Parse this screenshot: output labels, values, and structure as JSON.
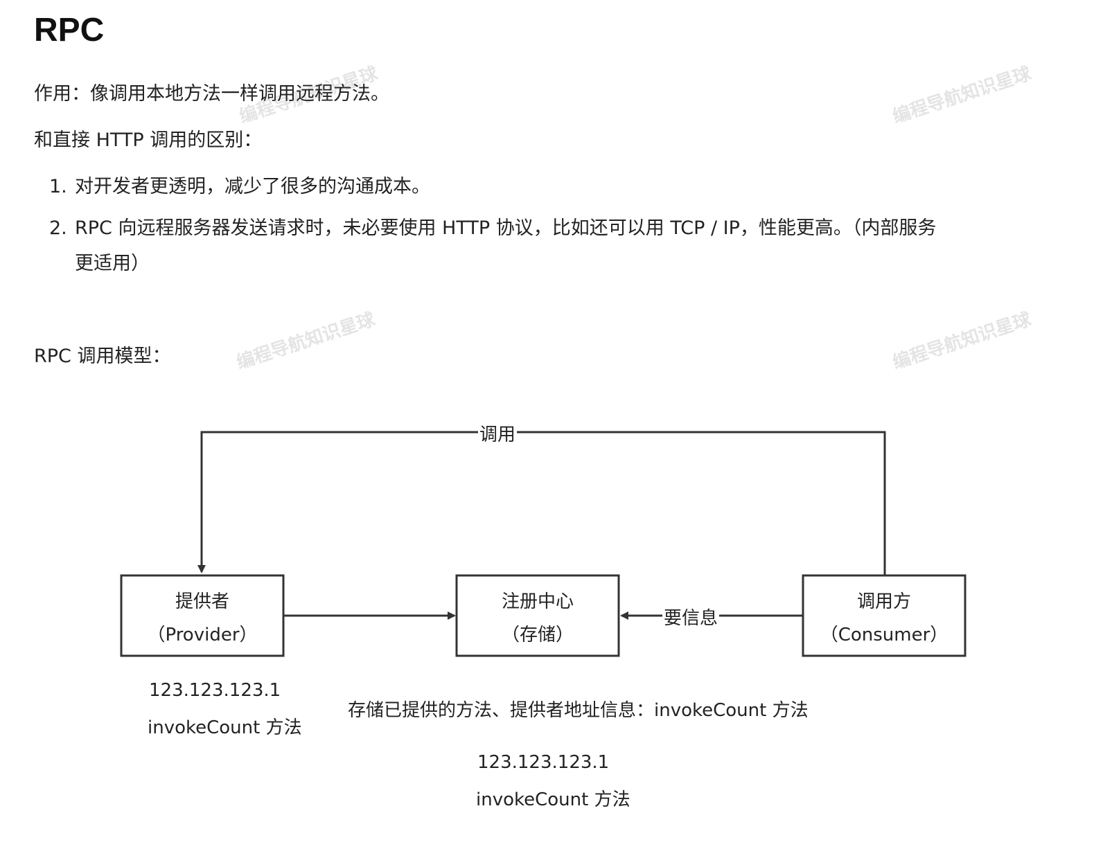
{
  "title": "RPC",
  "intro": {
    "purpose": "作用：像调用本地方法一样调用远程方法。",
    "diff_heading": "和直接 HTTP 调用的区别："
  },
  "list": [
    {
      "num": "1.",
      "text": "对开发者更透明，减少了很多的沟通成本。"
    },
    {
      "num": "2.",
      "text_line1": "RPC 向远程服务器发送请求时，未必要使用 HTTP 协议，比如还可以用 TCP / IP，性能更高。（内部服务",
      "text_line2": "更适用）"
    }
  ],
  "model_heading": "RPC 调用模型：",
  "watermark": "编程导航知识星球",
  "diagram": {
    "call_label": "调用",
    "info_label": "要信息",
    "provider": {
      "line1": "提供者",
      "line2": "（Provider）",
      "ip": "123.123.123.1",
      "method": "invokeCount 方法"
    },
    "registry": {
      "line1": "注册中心",
      "line2": "（存储）",
      "desc": "存储已提供的方法、提供者地址信息：invokeCount 方法",
      "ip": "123.123.123.1",
      "method": "invokeCount 方法"
    },
    "consumer": {
      "line1": "调用方",
      "line2": "（Consumer）"
    }
  }
}
